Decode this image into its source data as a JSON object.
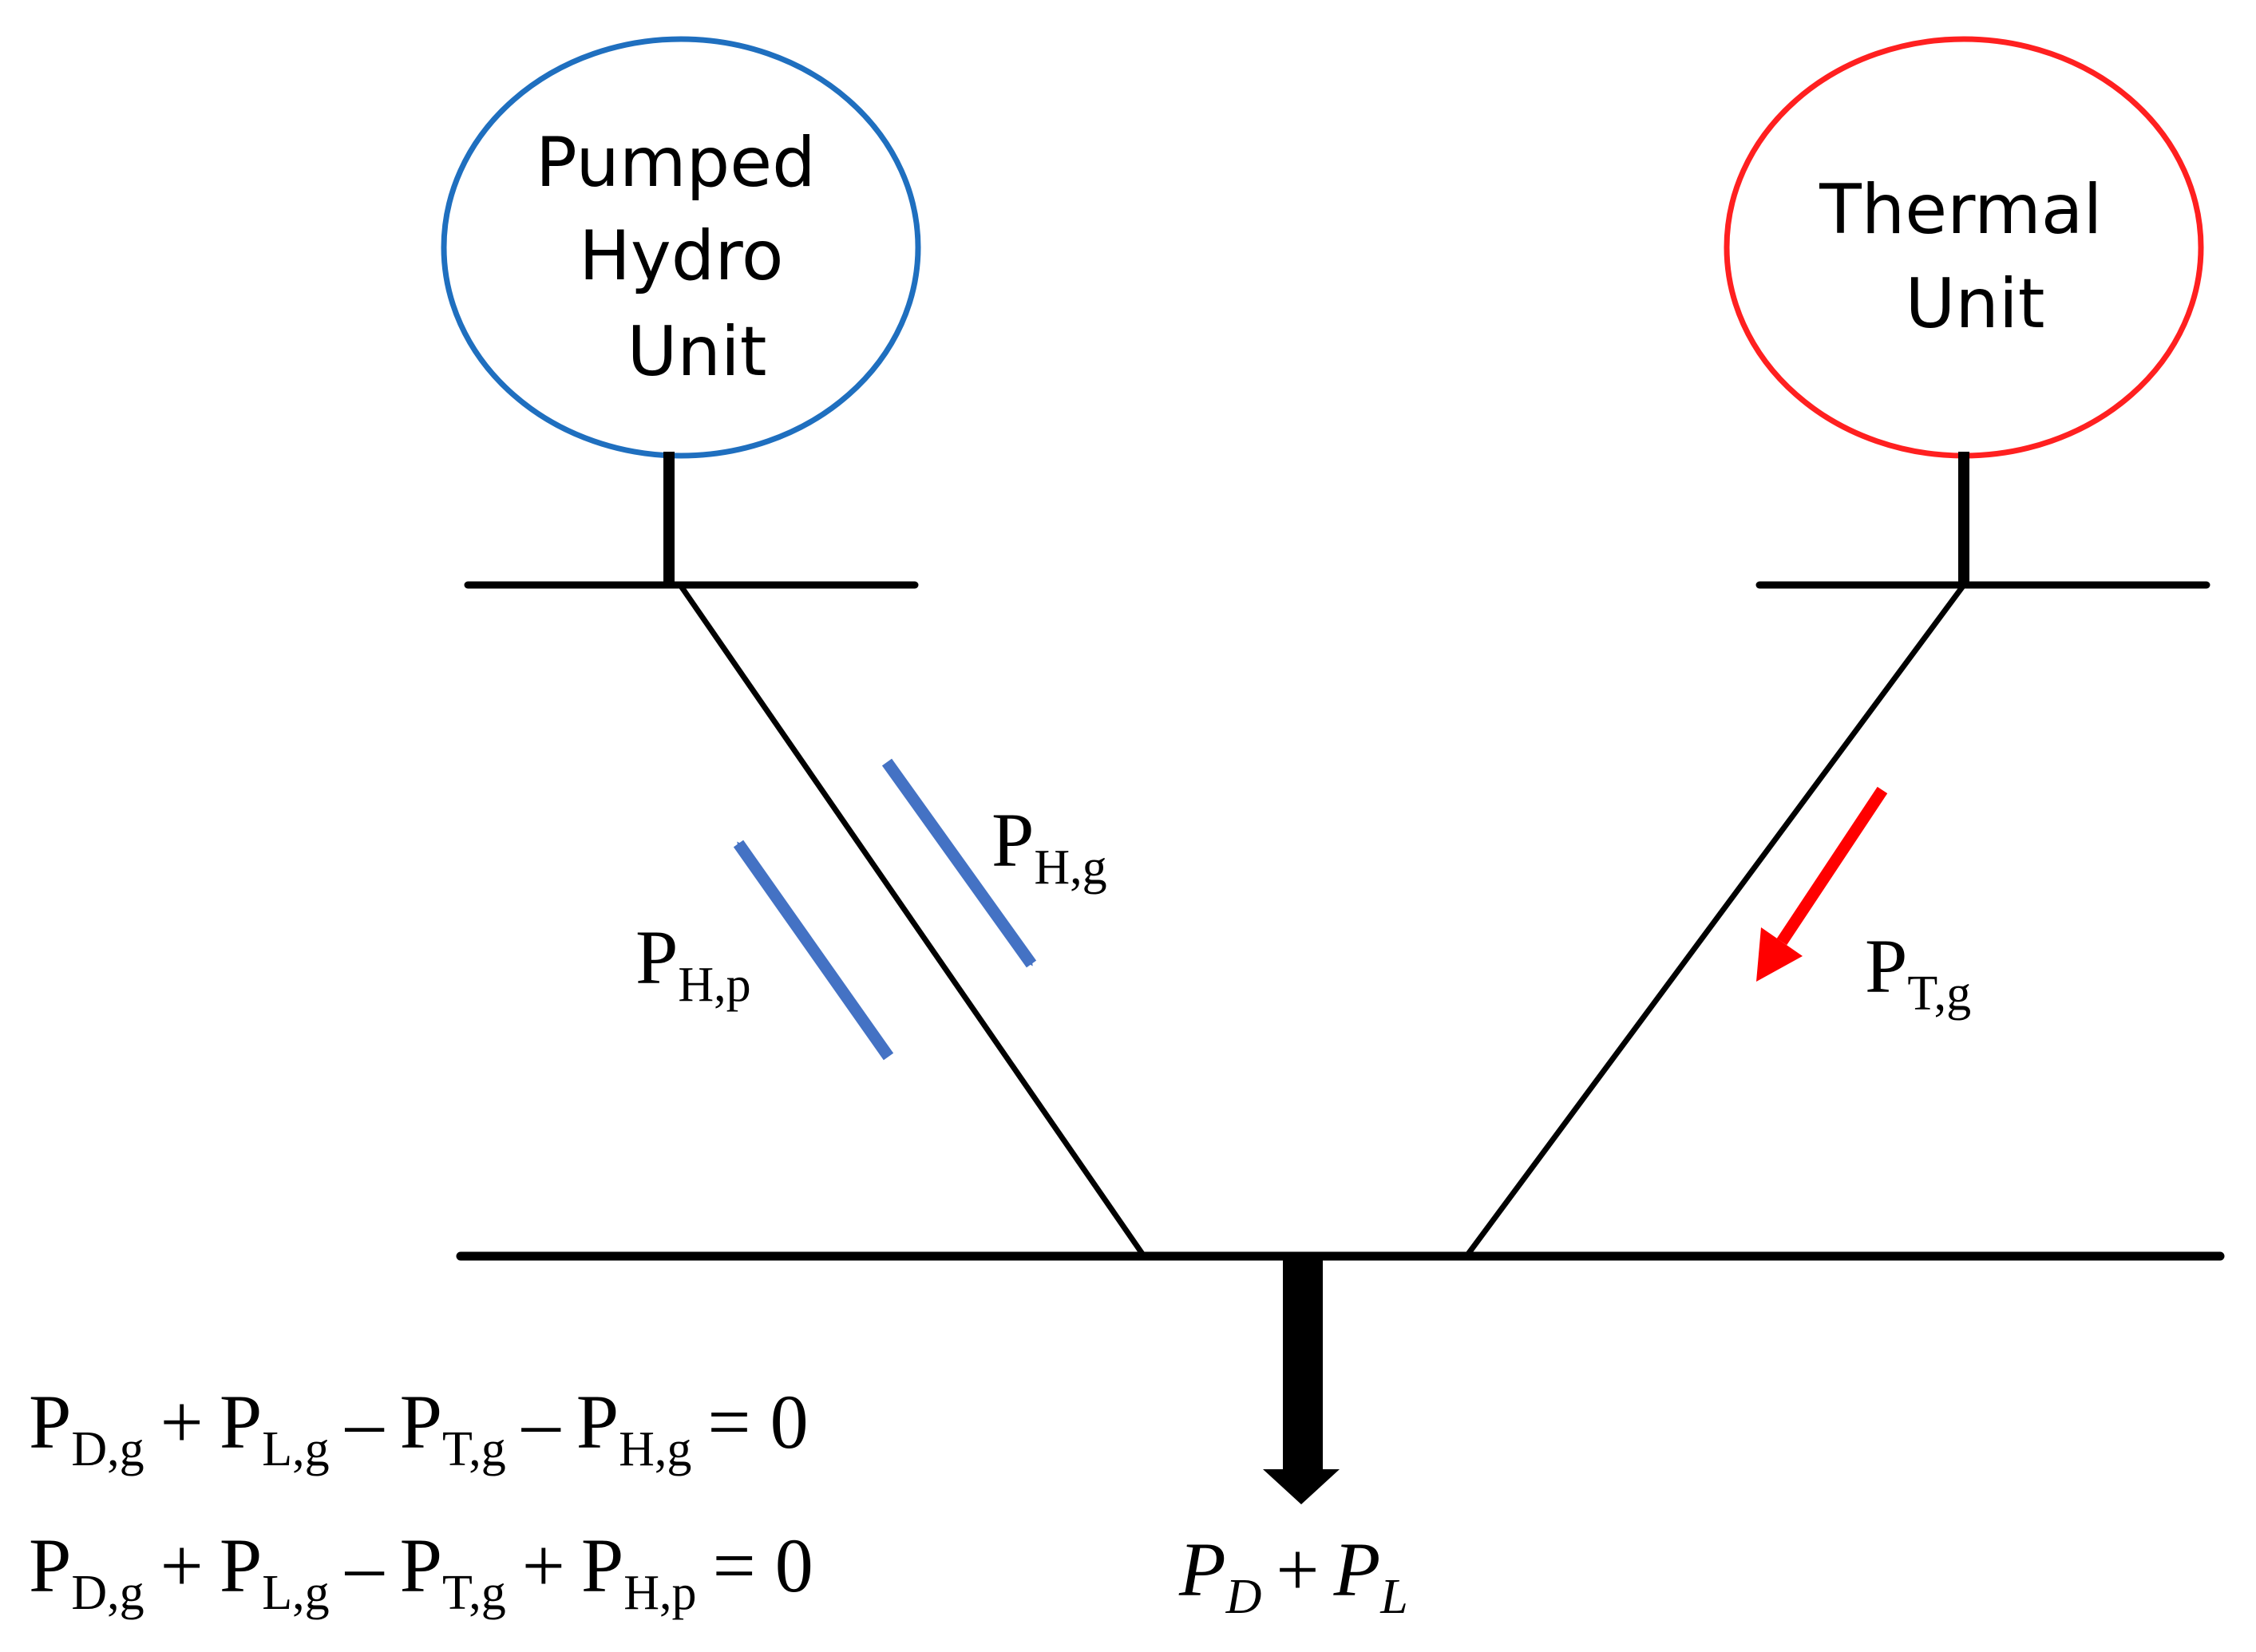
{
  "colors": {
    "hydro": "#1f6fbf",
    "thermal": "#ff2020",
    "hydro_arrow": "#4472c4",
    "thermal_arrow": "#ff0000",
    "line": "#000000"
  },
  "units": {
    "hydro": {
      "line1": "Pumped",
      "line2": "Hydro",
      "line3": "Unit"
    },
    "thermal": {
      "line1": "Thermal",
      "line2": "Unit"
    }
  },
  "flows": {
    "hydro_generate": {
      "symbol": "P",
      "sub": "H,g"
    },
    "hydro_pump": {
      "symbol": "P",
      "sub": "H,p"
    },
    "thermal_generate": {
      "symbol": "P",
      "sub": "T,g"
    }
  },
  "load": {
    "p1": "P",
    "s1": "D",
    "plus": "+",
    "p2": "P",
    "s2": "L"
  },
  "equations": [
    {
      "t1": "P",
      "s1": "D,g",
      "op1": "+",
      "t2": "P",
      "s2": "L,g",
      "op2": "–",
      "t3": "P",
      "s3": "T,g",
      "op3": "–",
      "t4": "P",
      "s4": "H,g",
      "rhs": "= 0"
    },
    {
      "t1": "P",
      "s1": "D,g",
      "op1": "+",
      "t2": "P",
      "s2": "L,g",
      "op2": "–",
      "t3": "P",
      "s3": "T,g",
      "op3": "+",
      "t4": "P",
      "s4": "H,p",
      "rhs": "= 0"
    }
  ]
}
